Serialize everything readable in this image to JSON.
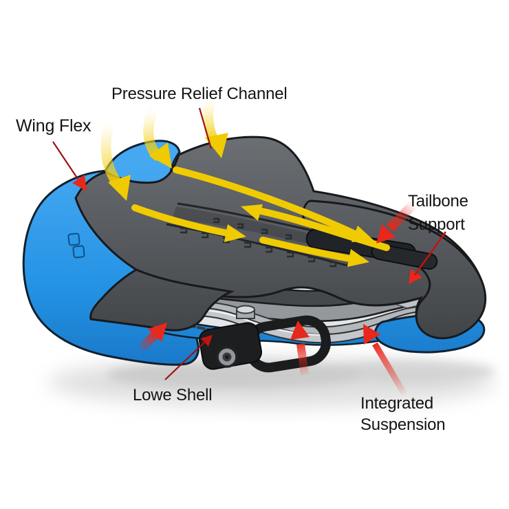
{
  "diagram": {
    "type": "product-feature-callout",
    "subject": "bicycle saddle cutaway illustration",
    "labels": {
      "pressure_relief_channel": "Pressure Relief Channel",
      "wing_flex": "Wing Flex",
      "tailbone_support": "Tailbone Support",
      "lowe_shell": "Lowe Shell",
      "integrated_suspension": "Integrated Suspension"
    },
    "colors": {
      "saddle_blue": "#2B99E8",
      "saddle_gray": "#55585C",
      "flow_arrow_yellow": "#F2CD00",
      "pointer_arrow_red": "#E8281C",
      "leader_line_red": "#9B1410",
      "label_text": "#141414",
      "background": "#FFFFFF"
    }
  }
}
